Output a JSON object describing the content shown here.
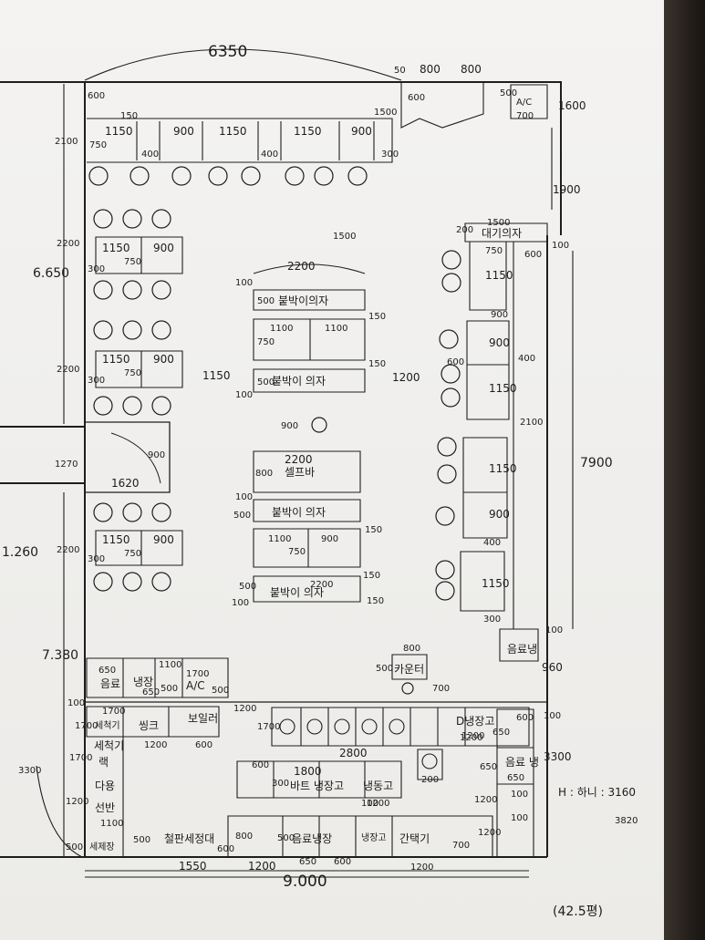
{
  "overall": {
    "top_width": "6350",
    "bottom_width": "9.000",
    "left_upper": "6.650",
    "left_middle": "1.260",
    "left_lower": "7.380",
    "right_main": "7900",
    "note_area": "(42.5평)",
    "note_h": "H : 하니 : 3160",
    "note_h2": "3820"
  },
  "entrance": {
    "d50": "50",
    "d800a": "800",
    "d800b": "800",
    "d500": "500",
    "d600": "600",
    "d1500": "1500",
    "d1600": "1600",
    "d1900": "1900",
    "ac": "A/C",
    "d700": "700"
  },
  "top_row": {
    "d600": "600",
    "d2100": "2100",
    "d150": "150",
    "d1150a": "1150",
    "d750": "750",
    "d400a": "400",
    "d900a": "900",
    "d1150b": "1150",
    "d400b": "400",
    "d1150c": "1150",
    "d900b": "900",
    "d300": "300"
  },
  "left_tables": {
    "d2200a": "2200",
    "d1150a": "1150",
    "d900a": "900",
    "d750a": "750",
    "d300a": "300",
    "d2200b": "2200",
    "d1150b": "1150",
    "d900b": "900",
    "d750b": "750",
    "d300b": "300",
    "d2200c": "2200",
    "d1150c": "1150",
    "d900c": "900",
    "d750c": "750",
    "d300c": "300"
  },
  "toilet": {
    "d1270": "1270",
    "d1620": "1620",
    "d900": "900"
  },
  "center": {
    "d1500": "1500",
    "d2200a": "2200",
    "d100a": "100",
    "d500a": "500",
    "bench1": "붙박이의자",
    "d150a": "150",
    "d1100a": "1100",
    "d1100b": "1100",
    "d750a": "750",
    "d100b": "100",
    "d500b": "500",
    "bench2": "붙박이 의자",
    "d150b": "150",
    "d1150": "1150",
    "d1200": "1200",
    "d900": "900",
    "d2200b": "2200",
    "d800": "800",
    "bar": "셀프바",
    "d100c": "100",
    "d500c": "500",
    "bench3": "붙박이 의자",
    "d150c": "150",
    "d1100c": "1100",
    "d750b": "750",
    "d900b": "900",
    "d150d": "150",
    "d2200c": "2200",
    "d500d": "500",
    "d100d": "100",
    "bench4": "붙박이 의자",
    "d150e": "150"
  },
  "right_column": {
    "d200": "200",
    "d1500": "1500",
    "bench": "대기의자",
    "d100a": "100",
    "d750": "750",
    "d600": "600",
    "d1150a": "1150",
    "d900a": "900",
    "d600b": "600",
    "d900b": "900",
    "d1150b": "1150",
    "d400a": "400",
    "d2100": "2100",
    "d1150c": "1150",
    "d900c": "900",
    "d400b": "400",
    "d1150d": "1150",
    "d300": "300",
    "d100b": "100"
  },
  "counter": {
    "d800": "800",
    "d500": "500",
    "label": "카운터",
    "d700": "700",
    "fridge": "음료냉",
    "d960": "960",
    "d100": "100"
  },
  "kitchen": {
    "d650": "650",
    "d1100": "1100",
    "d1700": "1700",
    "sink": "음료",
    "fridge": "냉장",
    "d650b": "650",
    "d500": "500",
    "d500b": "500",
    "ac": "A/C",
    "d100": "100",
    "d1200a": "1200",
    "d1700b": "1700",
    "dishwasher": "세척기",
    "d1700c": "1700",
    "sink2": "씽크",
    "boiler": "보일러",
    "d1200b": "1200",
    "d600": "600",
    "washer": "세척기",
    "rack": "랙",
    "d1700d": "1700",
    "d1200c": "1200",
    "prep": "다용",
    "shelf": "선반",
    "d1100b": "1100",
    "d500c": "500",
    "d500d": "500",
    "storage": "세제장",
    "d3300": "3300",
    "station": "철판세정대",
    "d800": "800",
    "fridge2": "음료냉장",
    "d500e": "500",
    "small_fridge": "냉장고",
    "d1550": "1550",
    "d1200d": "1200",
    "d1200e": "1200",
    "d650c": "650",
    "d600b": "600",
    "d1200f": "1200",
    "cabinet": "간택기",
    "d700": "700",
    "d1200g": "1200",
    "d2800": "2800",
    "d600c": "600",
    "d1800": "1800",
    "d300": "300",
    "prep_table": "바트 냉장고",
    "meat": "냉동고",
    "d1200h": "1200",
    "d1200i": "1200",
    "fridge3": "음료 냉",
    "d650d": "650",
    "d1200j": "1200",
    "d650e": "650",
    "d100b": "100",
    "d100c": "100",
    "d1700e": "1700",
    "d3300b": "3300",
    "d200": "200",
    "d100d": "100",
    "range": "D냉장고",
    "d1200k": "1200",
    "d600d": "600",
    "d650f": "650"
  }
}
